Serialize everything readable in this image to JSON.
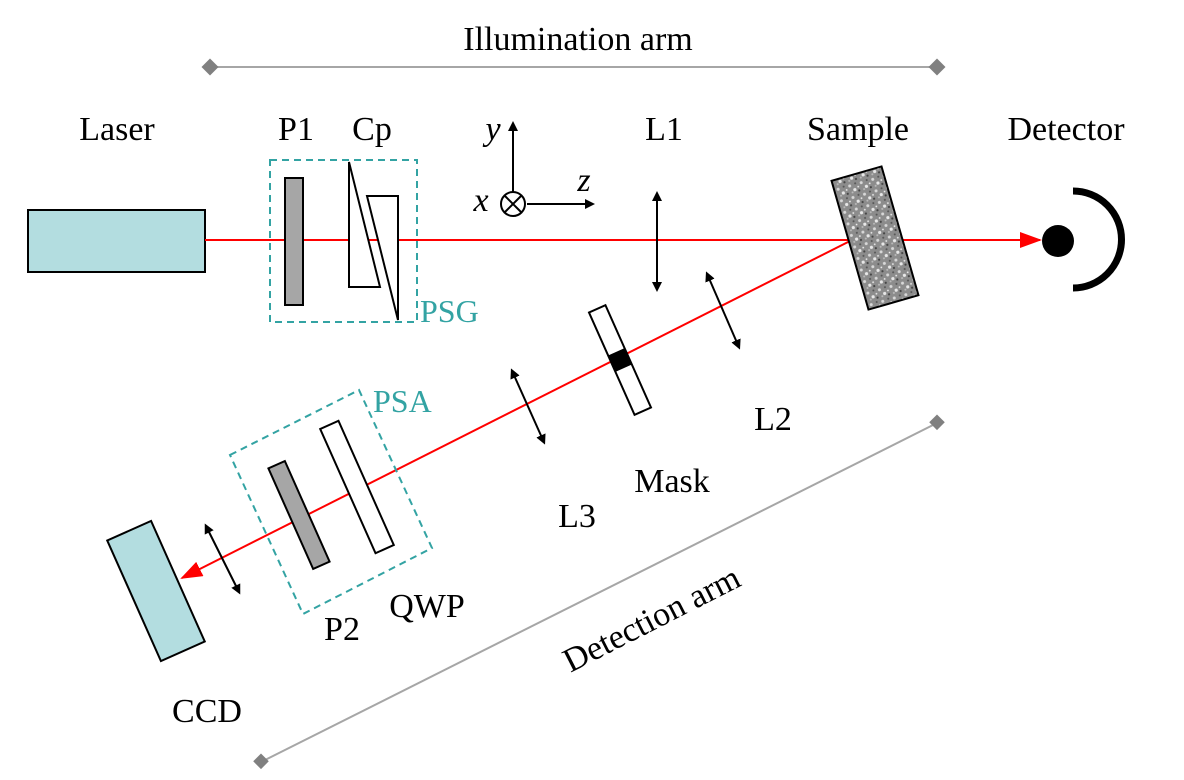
{
  "labels": {
    "illumination_arm": "Illumination arm",
    "detection_arm": "Detection arm",
    "laser": "Laser",
    "p1": "P1",
    "cp": "Cp",
    "y": "y",
    "x": "x",
    "z": "z",
    "l1": "L1",
    "sample": "Sample",
    "detector": "Detector",
    "psg": "PSG",
    "psa": "PSA",
    "l2": "L2",
    "mask": "Mask",
    "l3": "L3",
    "qwp": "QWP",
    "p2": "P2",
    "ccd": "CCD"
  },
  "colors": {
    "beam": "#ff0000",
    "box_outline": "#33a3a3",
    "laser_fill": "#b3dde0",
    "ccd_fill": "#b3dde0",
    "polarizer_fill": "#a6a6a6",
    "arm_line": "#a6a6a6",
    "sample_fill": "#9a9a9a"
  }
}
